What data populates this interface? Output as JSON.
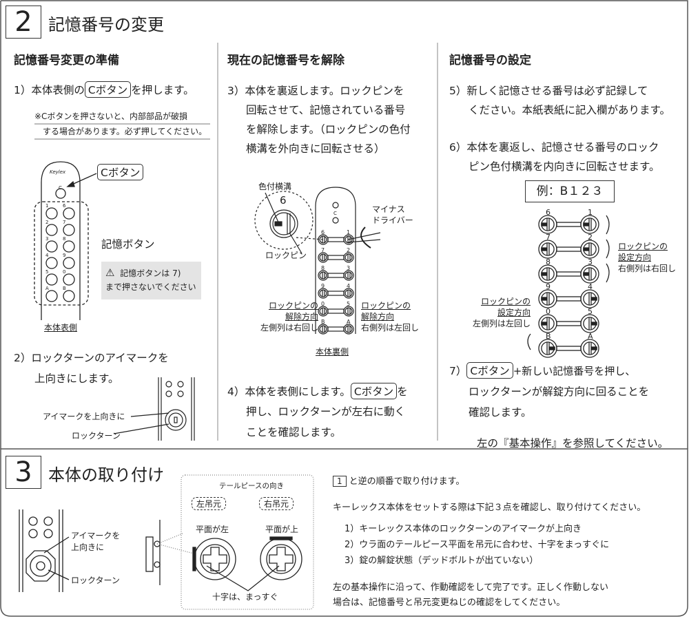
{
  "section2": {
    "number": "2",
    "title": "記憶番号の変更",
    "col1": {
      "heading": "記憶番号変更の準備",
      "step1_prefix": "1）本体表側の",
      "step1_button": "Cボタン",
      "step1_suffix": "を押します。",
      "note_line1": "※Cボタンを押さないと、内部部品が破損",
      "note_line2": "する場合があります。必ず押してください。",
      "c_button_label": "Cボタン",
      "memory_buttons_label": "記憶ボタン",
      "warning_line1": "記憶ボタンは 7)",
      "warning_line2": "まで押さないでください",
      "front_caption": "本体表側",
      "key_labels": [
        "1",
        "6",
        "2",
        "7",
        "3",
        "8",
        "4",
        "9",
        "5",
        "0",
        "A",
        "B"
      ],
      "c_key": "C",
      "brand": "Keylex",
      "step2_line1": "2）ロックターンのアイマークを",
      "step2_line2": "上向きにします。",
      "eye_mark_label": "アイマークを上向きに",
      "lock_turn_label": "ロックターン"
    },
    "col2": {
      "heading": "現在の記憶番号を解除",
      "step3_line1": "3）本体を裏返します。ロックピンを",
      "step3_line2": "回転させて、記憶されている番号",
      "step3_line3": "を解除します。（ロックピンの色付",
      "step3_line4": "横溝を外向きに回転させる）",
      "groove_label": "色付横溝",
      "zoom_number": "6",
      "lockpin_label": "ロックピン",
      "driver_line1": "マイナス",
      "driver_line2": "ドライバー",
      "left_dir_line1": "ロックピンの",
      "left_dir_line2": "解除方向",
      "left_dir_line3": "左側列は右回し",
      "right_dir_line1": "ロックピンの",
      "right_dir_line2": "解除方向",
      "right_dir_line3": "右側列は左回し",
      "back_caption": "本体裏側",
      "step4_prefix": "4）本体を表側にします。",
      "step4_button": "Cボタン",
      "step4_suffix": "を",
      "step4_line2": "押し、ロックターンが左右に動く",
      "step4_line3": "ことを確認します。"
    },
    "col3": {
      "heading": "記憶番号の設定",
      "step5_line1": "5）新しく記憶させる番号は必ず記録して",
      "step5_line2": "ください。本紙表紙に記入欄があります。",
      "step6_line1": "6）本体を裏返し、記憶させる番号のロック",
      "step6_line2": "ピン色付横溝を内向きに回転させます。",
      "example": "例：B１２３",
      "right_set_line1": "ロックピンの",
      "right_set_line2": "設定方向",
      "right_set_line3": "右側列は右回し",
      "left_set_line1": "ロックピンの",
      "left_set_line2": "設定方向",
      "left_set_line3": "左側列は左回し",
      "step7_prefix": "7）",
      "step7_button": "Cボタン",
      "step7_suffix": "+新しい記憶番号を押し、",
      "step7_line2": "ロックターンが解錠方向に回ることを",
      "step7_line3": "確認します。",
      "step7_line4": "左の『基本操作』を参照してください。"
    },
    "pins_left": [
      "6",
      "7",
      "8",
      "9",
      "0",
      "B"
    ],
    "pins_right": [
      "1",
      "2",
      "3",
      "4",
      "5",
      "A"
    ]
  },
  "section3": {
    "number": "3",
    "title": "本体の取り付け",
    "eye_mark_line1": "アイマークを",
    "eye_mark_line2": "上向きに",
    "lock_turn_label": "ロックターン",
    "tailpiece_title": "テールピースの向き",
    "left_hinge": "左吊元",
    "right_hinge": "右吊元",
    "flat_left": "平面が左",
    "flat_up": "平面が上",
    "cross_straight": "十字は、まっすぐ",
    "ref_number": "1",
    "intro": "と逆の順番で取り付けます。",
    "check_intro": "キーレックス本体をセットする際は下記３点を確認し、取り付けてください。",
    "checks": [
      "1）キーレックス本体のロックターンのアイマークが上向き",
      "2）ウラ面のテールピース平面を吊元に合わせ、十字をまっすぐに",
      "3）錠の解錠状態（デッドボルトが出ていない）"
    ],
    "final_line1": "左の基本操作に沿って、作動確認をして完了です。正しく作動しない",
    "final_line2": "場合は、記憶番号と吊元変更ねじの確認をしてください。"
  }
}
